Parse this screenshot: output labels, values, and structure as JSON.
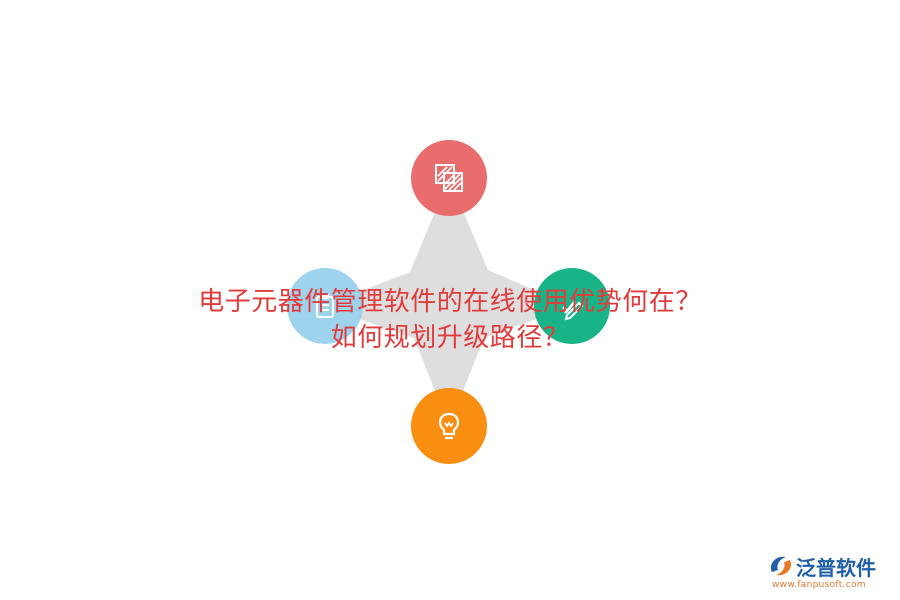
{
  "headline": {
    "line1": "电子元器件管理软件的在线使用优势何在？",
    "line2": "如何规划升级路径？"
  },
  "nodes": [
    {
      "name": "top",
      "color": "#e96d6d",
      "icon": "layers-icon"
    },
    {
      "name": "left",
      "color": "#9ed3ee",
      "icon": "clipboard-icon"
    },
    {
      "name": "right",
      "color": "#19b388",
      "icon": "edit-check-icon"
    },
    {
      "name": "bottom",
      "color": "#f98e10",
      "icon": "lightbulb-icon"
    }
  ],
  "star_color": "#dedede",
  "logo": {
    "name": "泛普软件",
    "url": "www.fanpusoft.com"
  }
}
